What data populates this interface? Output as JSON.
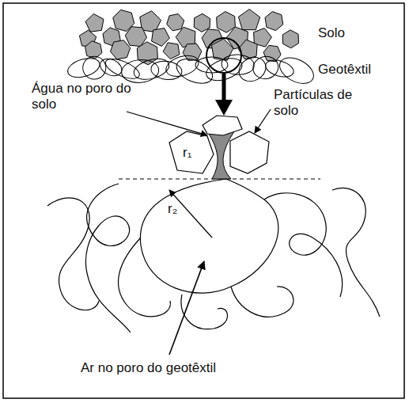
{
  "diagram": {
    "labels": [
      "Solo",
      "Geotêxtil",
      "Água no poro do solo",
      "Partículas de solo",
      "r₁",
      "r₂",
      "Ar no poro do geotêxtil"
    ]
  }
}
